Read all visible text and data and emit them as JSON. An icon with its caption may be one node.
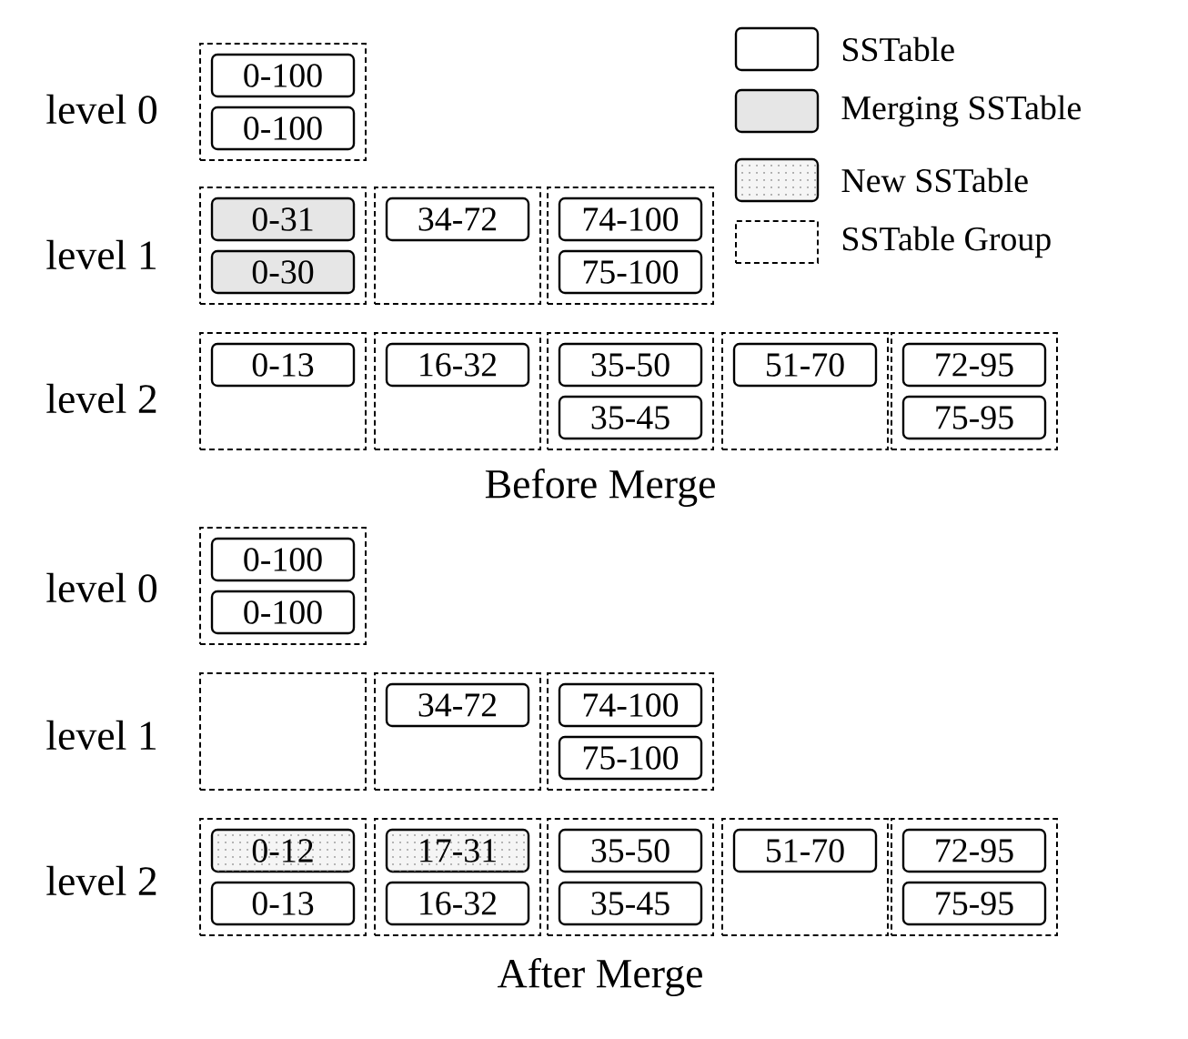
{
  "diagram": {
    "nodes": [
      {
        "text": [],
        "shape": "box"
      },
      {
        "text": [
          "0-100"
        ],
        "in": 0
      },
      {
        "text": [
          "0-100"
        ],
        "in": 0
      },
      {
        "text": [],
        "shape": "box"
      },
      {
        "text": [
          "0-31"
        ],
        "in": 3
      },
      {
        "text": [
          "0-30"
        ],
        "in": 3
      },
      {
        "text": [],
        "shape": "box"
      },
      {
        "text": [
          "34-72"
        ],
        "in": 6
      },
      {
        "text": [],
        "shape": "box"
      },
      {
        "text": [
          "74-100"
        ],
        "in": 8
      },
      {
        "text": [
          "75-100"
        ],
        "in": 8
      },
      {
        "text": [],
        "shape": "box"
      },
      {
        "text": [
          "0-13"
        ],
        "in": 11
      },
      {
        "text": [],
        "shape": "box"
      },
      {
        "text": [
          "16-32"
        ],
        "in": 13
      },
      {
        "text": [],
        "shape": "box"
      },
      {
        "text": [
          "35-50"
        ],
        "in": 15
      },
      {
        "text": [
          "35-45"
        ],
        "in": 15
      },
      {
        "text": [],
        "shape": "box"
      },
      {
        "text": [
          "51-70"
        ],
        "in": 18
      },
      {
        "text": [],
        "shape": "box"
      },
      {
        "text": [
          "72-95"
        ],
        "in": 20
      },
      {
        "text": [
          "75-95"
        ],
        "in": 20
      },
      {
        "text": [],
        "shape": "box"
      },
      {
        "text": [
          "0-100"
        ],
        "in": 23
      },
      {
        "text": [
          "0-100"
        ],
        "in": 23
      },
      {
        "text": [],
        "shape": "box"
      },
      {
        "text": [],
        "shape": "box"
      },
      {
        "text": [
          "34-72"
        ],
        "in": 27
      },
      {
        "text": [],
        "shape": "box"
      },
      {
        "text": [
          "74-100"
        ],
        "in": 29
      },
      {
        "text": [
          "75-100"
        ],
        "in": 29
      },
      {
        "text": [],
        "shape": "box"
      },
      {
        "text": [
          "0-12"
        ],
        "in": 32
      },
      {
        "text": [
          "0-13"
        ],
        "in": 32
      },
      {
        "text": [],
        "shape": "box"
      },
      {
        "text": [
          "17-31"
        ],
        "in": 35
      },
      {
        "text": [
          "16-32"
        ],
        "in": 35
      },
      {
        "text": [],
        "shape": "box"
      },
      {
        "text": [
          "35-50"
        ],
        "in": 38
      },
      {
        "text": [
          "35-45"
        ],
        "in": 38
      },
      {
        "text": [],
        "shape": "box"
      },
      {
        "text": [
          "51-70"
        ],
        "in": 41
      },
      {
        "text": [],
        "shape": "box"
      },
      {
        "text": [
          "72-95"
        ],
        "in": 43
      },
      {
        "text": [
          "75-95"
        ],
        "in": 43
      }
    ],
    "labels": [
      "level 0",
      "level 1",
      "level 2",
      "Before Merge",
      "level 0",
      "level 1",
      "level 2",
      "After Merge"
    ],
    "legend": [
      {
        "text": "SSTable"
      },
      {
        "text": "Merging SSTable",
        "color": "#e6e6e6"
      },
      {
        "text": "New SSTable"
      },
      {
        "text": "SSTable Group"
      }
    ]
  }
}
